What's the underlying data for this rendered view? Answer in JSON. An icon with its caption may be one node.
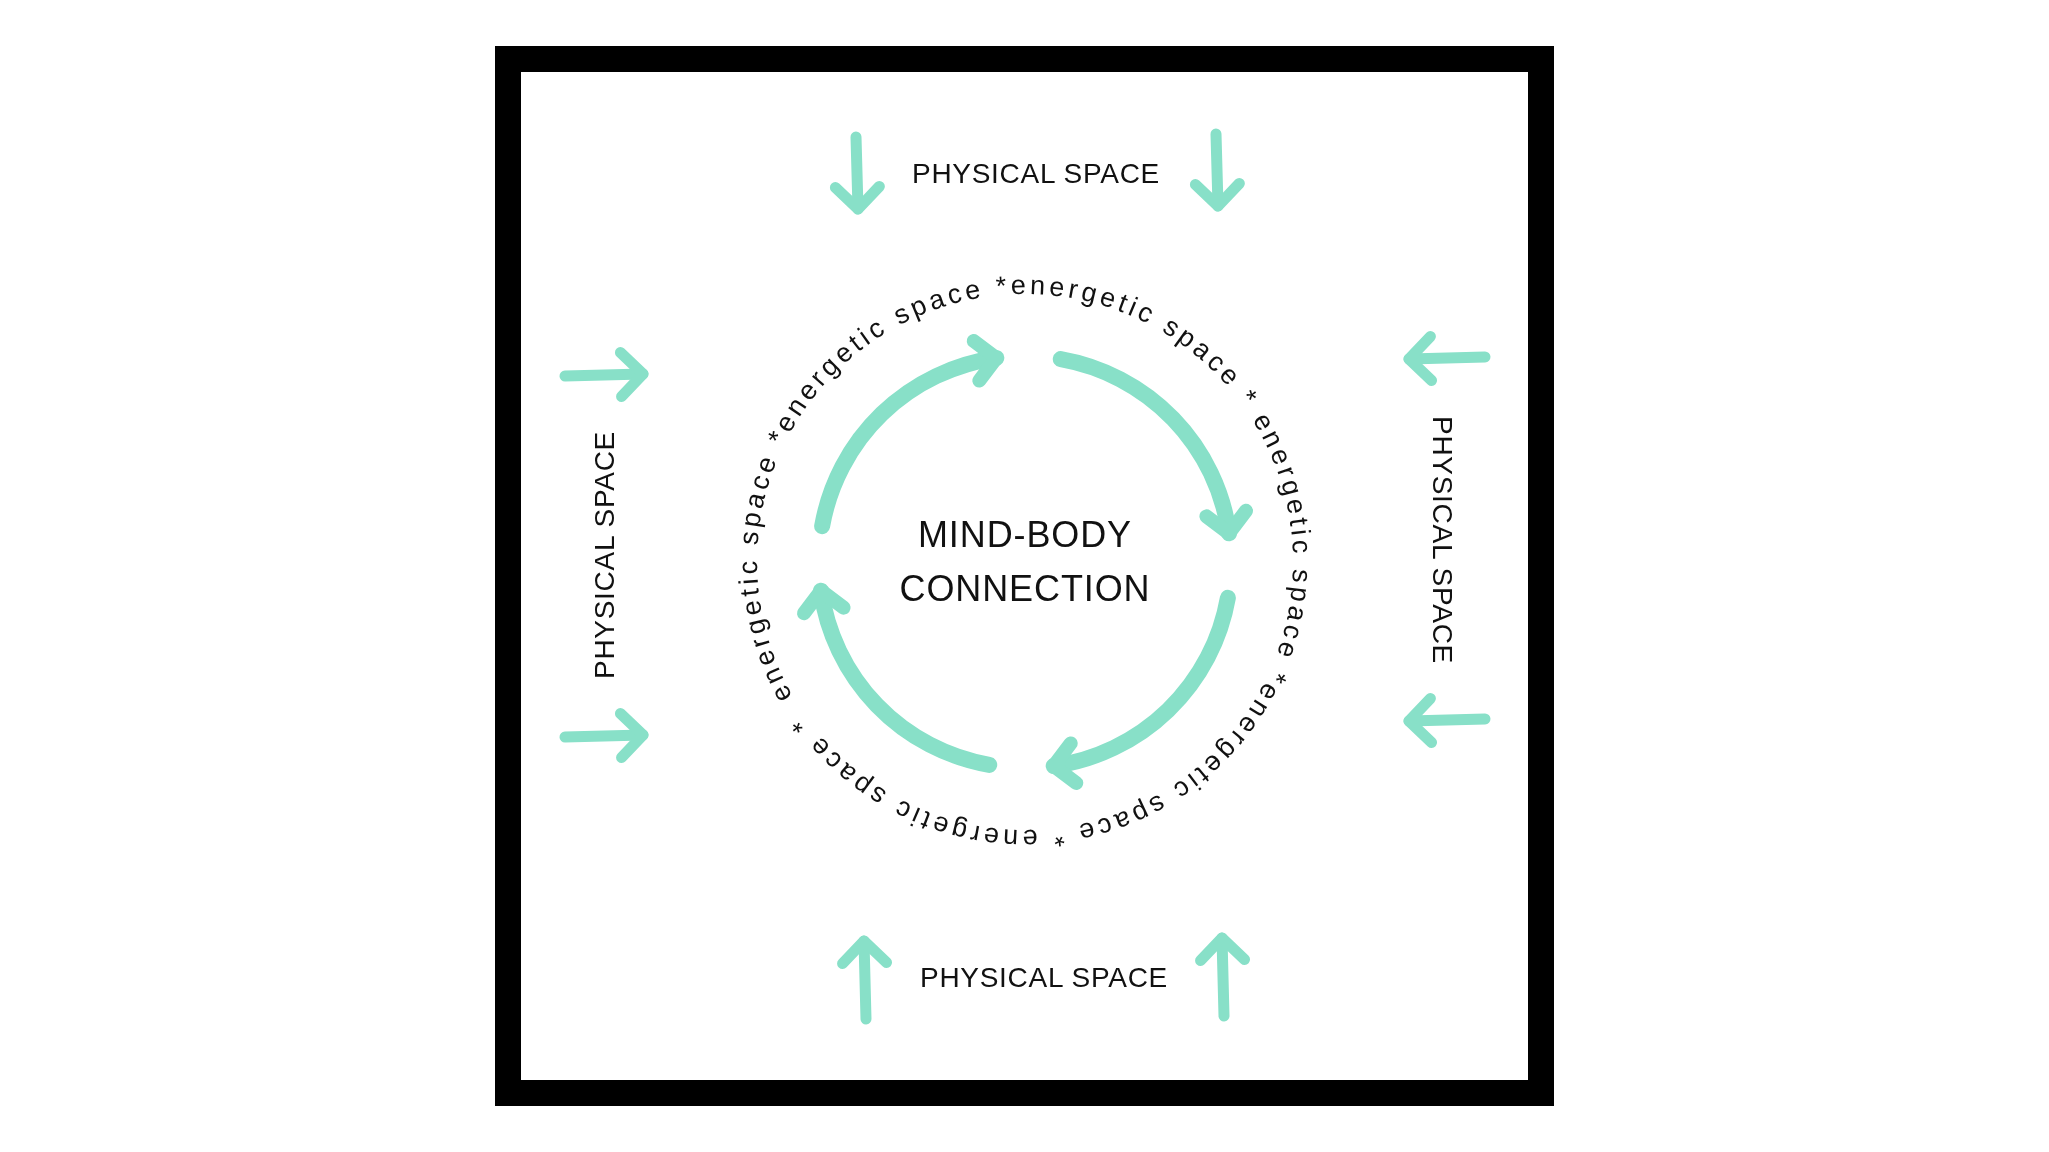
{
  "diagram": {
    "labels": [
      "PHYSICAL SPACE",
      "PHYSICAL SPACE",
      "energetic space *energetic space *energetic space * energetic space *energetic space * energetic space *",
      "MIND-BODY CONNECTION",
      "PHYSICAL SPACE",
      "PHYSICAL SPACE"
    ]
  }
}
